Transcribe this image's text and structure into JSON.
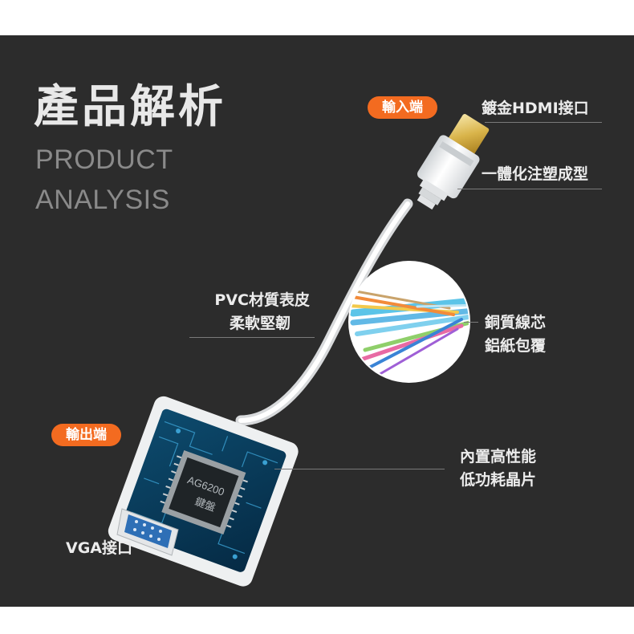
{
  "title": {
    "cn": "產品解析",
    "en_line1": "PRODUCT",
    "en_line2": "ANALYSIS"
  },
  "tags": {
    "input": "輸入端",
    "output": "輸出端"
  },
  "labels": {
    "hdmi": "鍍金HDMI接口",
    "molding": "一體化注塑成型",
    "pvc_1": "PVC材質表皮",
    "pvc_2": "柔軟堅韌",
    "copper_1": "銅質線芯",
    "copper_2": "鋁紙包覆",
    "chip_1": "內置高性能",
    "chip_2": "低功耗晶片",
    "vga": "VGA接口"
  },
  "chip": {
    "model": "AG6200",
    "mark": "鍵盤"
  },
  "colors": {
    "accent": "#f36b20",
    "background": "#2c2c2c"
  }
}
